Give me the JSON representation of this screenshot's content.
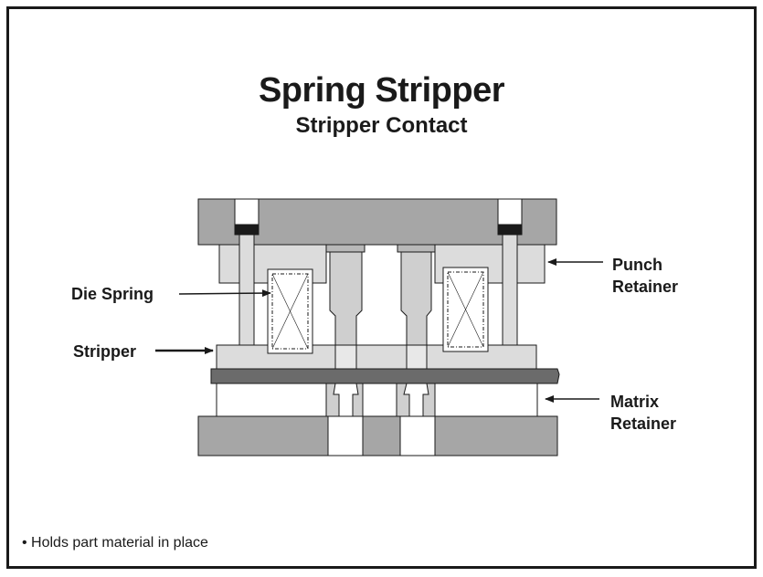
{
  "title": "Spring Stripper",
  "subtitle": "Stripper Contact",
  "labels": {
    "die_spring": "Die Spring",
    "stripper": "Stripper",
    "punch_retainer_line1": "Punch",
    "punch_retainer_line2": "Retainer",
    "matrix_retainer_line1": "Matrix",
    "matrix_retainer_line2": "Retainer"
  },
  "footnote": "• Holds part material in place",
  "colors": {
    "dark_gray": "#a6a6a6",
    "light_gray": "#dcdcdc",
    "strip": "#6b6b6b",
    "ink": "#1a1a1a"
  }
}
